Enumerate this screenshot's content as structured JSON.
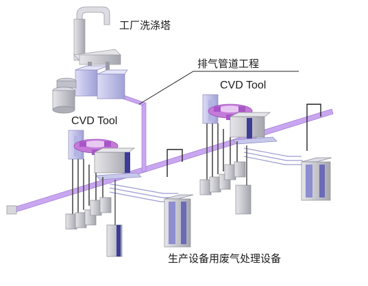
{
  "labels": {
    "scrubber": "工厂洗涤塔",
    "exhaust_piping": "排气管道工程",
    "cvd_tool_right": "CVD Tool",
    "cvd_tool_left": "CVD Tool",
    "abatement": "生产设备用废气处理设备"
  },
  "colors": {
    "duct": "#c9a6f0",
    "duct_edge": "#a47fd8",
    "gray_light": "#d9d9de",
    "gray_mid": "#b3b3bb",
    "gray_dark": "#8e8e98",
    "lavender": "#c8c8ec",
    "lavender_dark": "#9a9ad2",
    "magenta": "#c37ad8",
    "navy_stripe": "#3c3c96",
    "pipe": "#4a4a4a"
  }
}
